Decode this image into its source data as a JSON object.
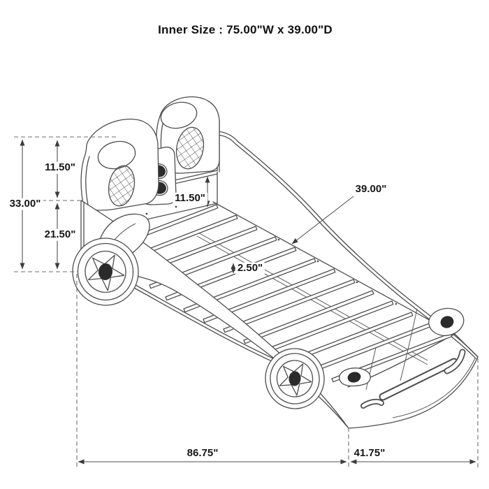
{
  "title": "Inner Size : 75.00\"W x 39.00\"D",
  "diagram_type": "furniture dimension line drawing (car-shaped twin bed, isometric view)",
  "dimensions": {
    "total_height": "33.00\"",
    "upper_section_height": "11.50\"",
    "lower_section_height": "21.50\"",
    "headboard_to_deck_height": "11.50\"",
    "inner_depth": "39.00\"",
    "slat_spacing": "2.50\"",
    "overall_length": "86.75\"",
    "overall_depth_projection": "41.75\""
  },
  "drawing_features": [
    "two bucket-seat headrests with crosshatched speaker ovals",
    "center console with two dark speakers",
    "slatted bed deck (13 slats)",
    "two five-spoke wheels",
    "teardrop tail lights",
    "side vent slots"
  ],
  "colors": {
    "background": "#ffffff",
    "line_art": "#4d4d4d",
    "dimension_lines": "#4f4f4f",
    "text": "#161616",
    "dark_fill": "#2b2b2b"
  }
}
